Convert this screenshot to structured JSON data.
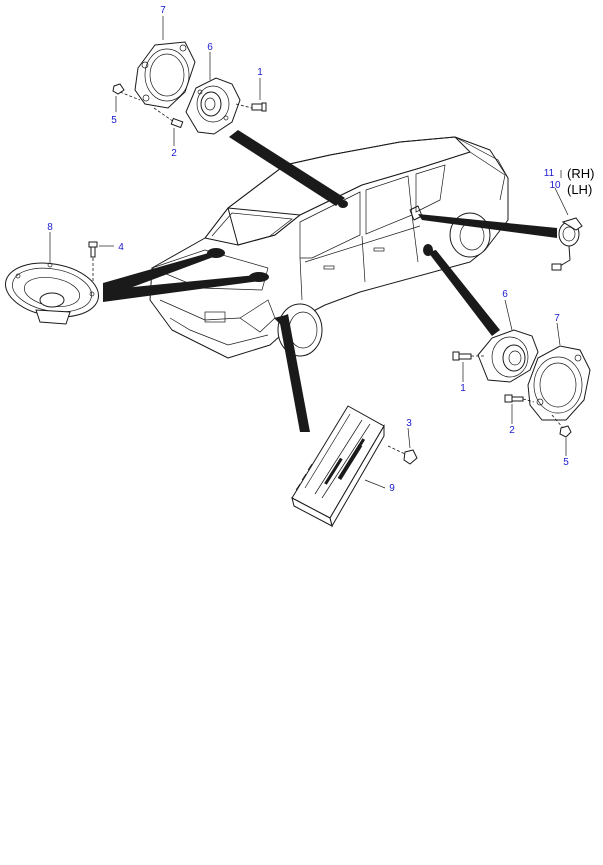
{
  "colors": {
    "callout": "#1a1acc",
    "line": "#1a1a1a",
    "background": "#ffffff"
  },
  "callouts": {
    "c7_top": "7",
    "c6_top": "6",
    "c1_top": "1",
    "c5_top": "5",
    "c2_top": "2",
    "c8": "8",
    "c4": "4",
    "c11": "11",
    "c10": "10",
    "c6_right": "6",
    "c7_right": "7",
    "c1_right": "1",
    "c2_right": "2",
    "c5_right": "5",
    "c3": "3",
    "c9": "9"
  },
  "side_labels": {
    "rh": "(RH)",
    "lh": "(LH)"
  }
}
